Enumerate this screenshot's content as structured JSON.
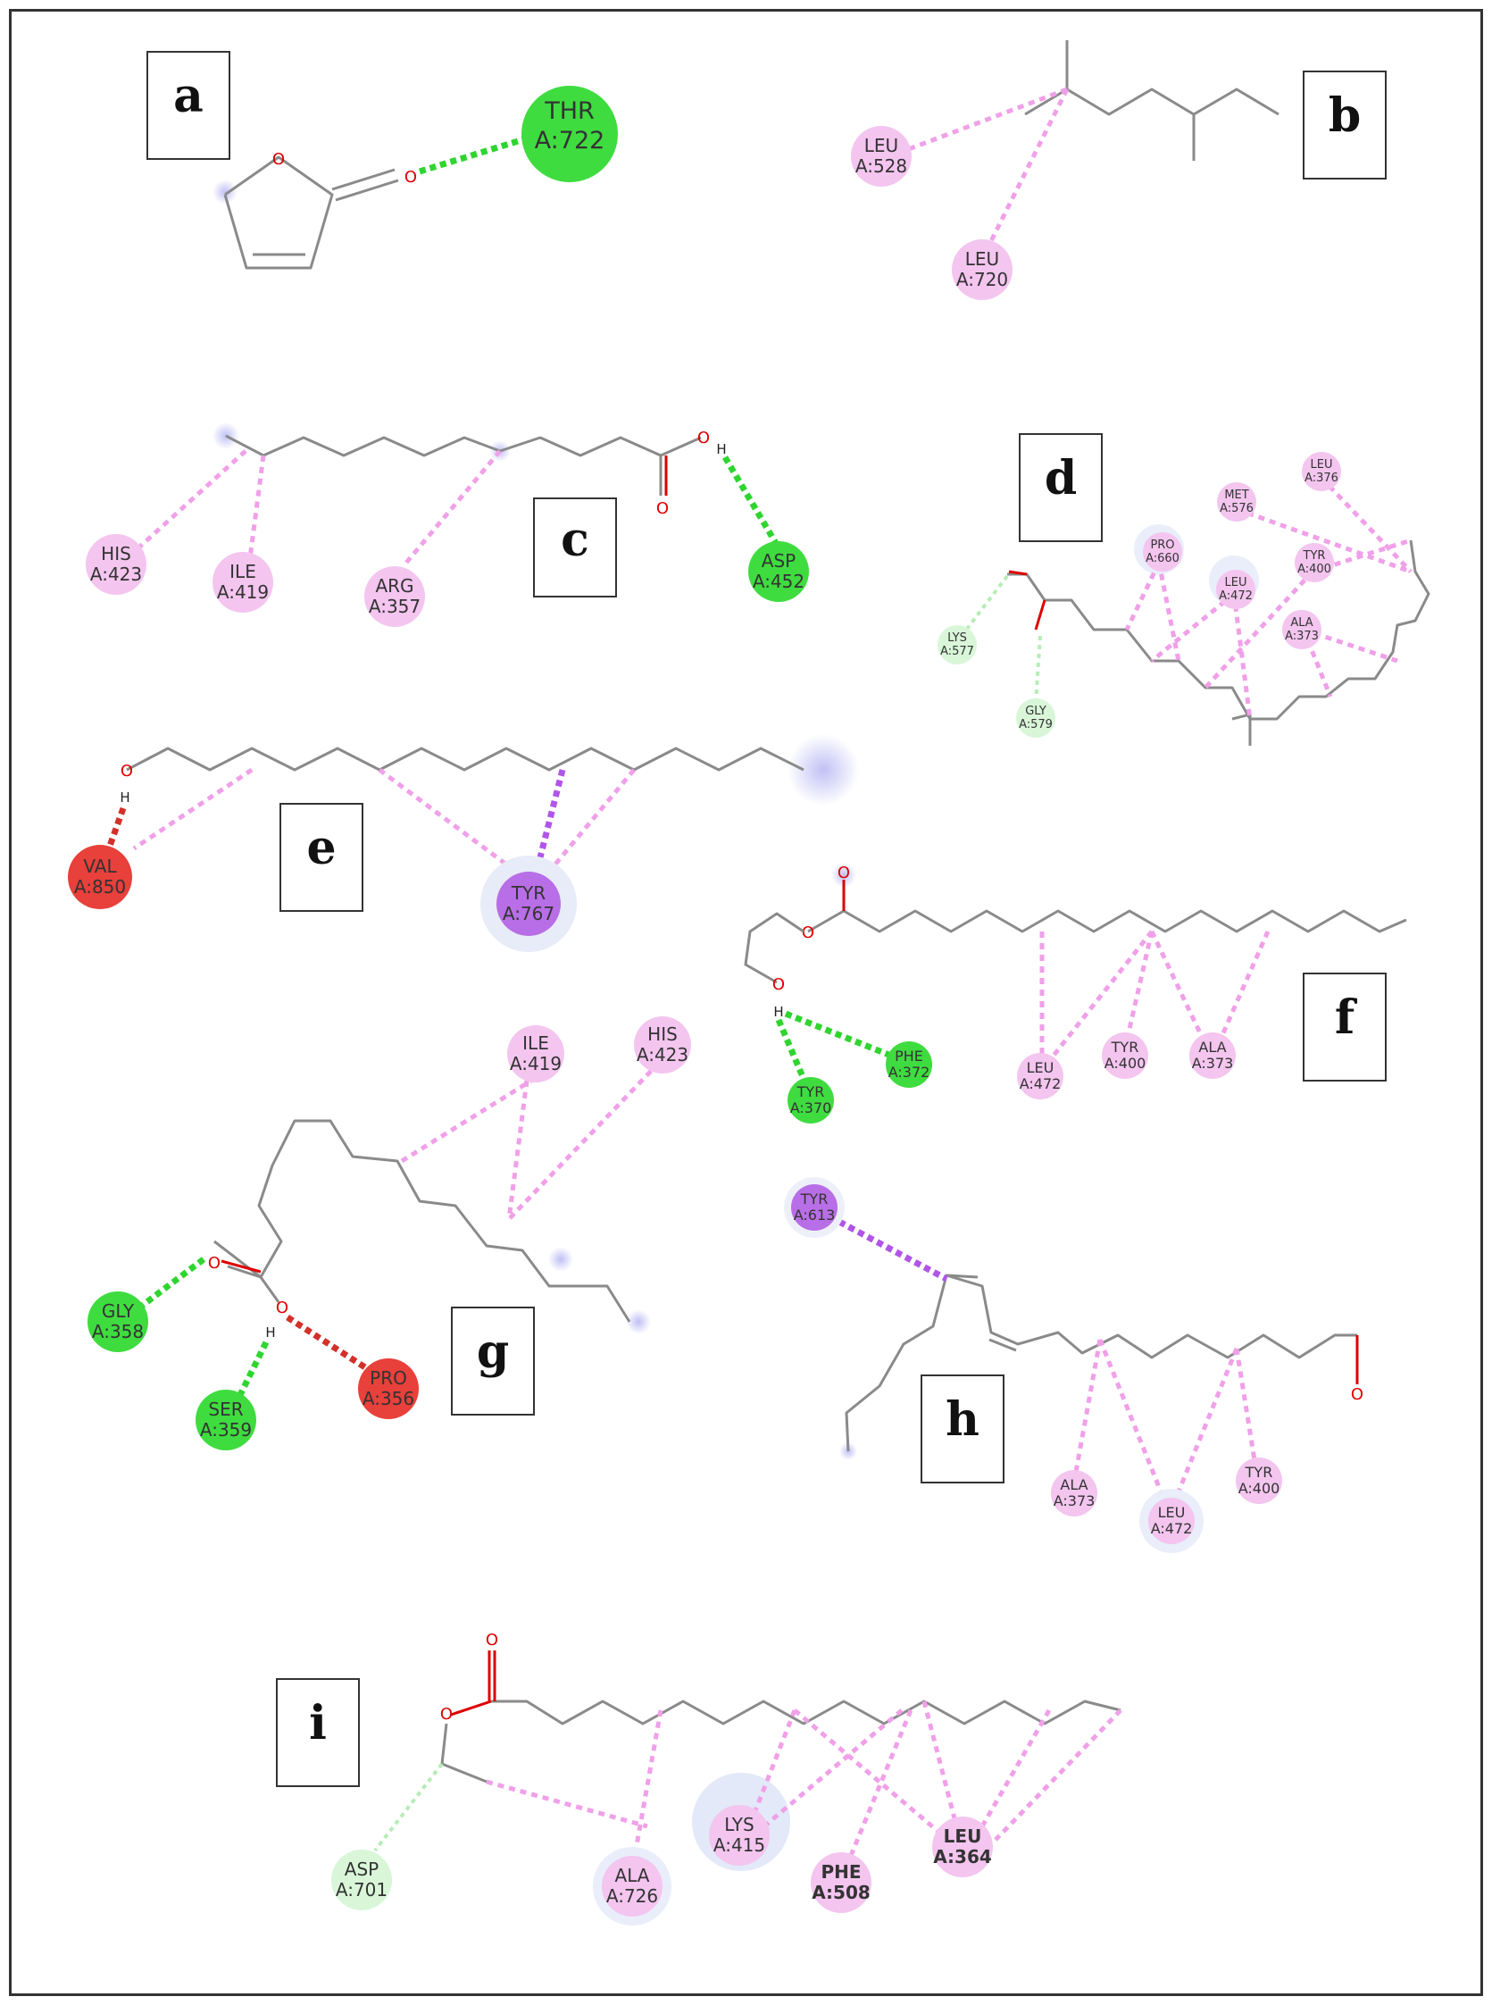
{
  "panels": [
    {
      "id": "a",
      "label": "a"
    },
    {
      "id": "b",
      "label": "b"
    },
    {
      "id": "c",
      "label": "c"
    },
    {
      "id": "d",
      "label": "d"
    },
    {
      "id": "e",
      "label": "e"
    },
    {
      "id": "f",
      "label": "f"
    },
    {
      "id": "g",
      "label": "g"
    },
    {
      "id": "h",
      "label": "h"
    },
    {
      "id": "i",
      "label": "i"
    }
  ],
  "residues": [
    {
      "panel": "a",
      "name": "THR",
      "num": "A:722",
      "kind": "conventional-h-bond"
    },
    {
      "panel": "b",
      "name": "LEU",
      "num": "A:528",
      "kind": "alkyl"
    },
    {
      "panel": "b",
      "name": "LEU",
      "num": "A:720",
      "kind": "alkyl"
    },
    {
      "panel": "c",
      "name": "HIS",
      "num": "A:423",
      "kind": "alkyl"
    },
    {
      "panel": "c",
      "name": "ILE",
      "num": "A:419",
      "kind": "alkyl"
    },
    {
      "panel": "c",
      "name": "ARG",
      "num": "A:357",
      "kind": "alkyl"
    },
    {
      "panel": "c",
      "name": "ASP",
      "num": "A:452",
      "kind": "conventional-h-bond"
    },
    {
      "panel": "d",
      "name": "LEU",
      "num": "A:376",
      "kind": "alkyl"
    },
    {
      "panel": "d",
      "name": "MET",
      "num": "A:576",
      "kind": "alkyl"
    },
    {
      "panel": "d",
      "name": "PRO",
      "num": "A:660",
      "kind": "alkyl"
    },
    {
      "panel": "d",
      "name": "TYR",
      "num": "A:400",
      "kind": "alkyl"
    },
    {
      "panel": "d",
      "name": "LEU",
      "num": "A:472",
      "kind": "alkyl"
    },
    {
      "panel": "d",
      "name": "ALA",
      "num": "A:373",
      "kind": "alkyl"
    },
    {
      "panel": "d",
      "name": "LYS",
      "num": "A:577",
      "kind": "carbon-h-bond"
    },
    {
      "panel": "d",
      "name": "GLY",
      "num": "A:579",
      "kind": "carbon-h-bond"
    },
    {
      "panel": "e",
      "name": "VAL",
      "num": "A:850",
      "kind": "unfavorable"
    },
    {
      "panel": "e",
      "name": "TYR",
      "num": "A:767",
      "kind": "pi-sigma"
    },
    {
      "panel": "f",
      "name": "PHE",
      "num": "A:372",
      "kind": "conventional-h-bond"
    },
    {
      "panel": "f",
      "name": "TYR",
      "num": "A:370",
      "kind": "conventional-h-bond"
    },
    {
      "panel": "f",
      "name": "LEU",
      "num": "A:472",
      "kind": "alkyl"
    },
    {
      "panel": "f",
      "name": "TYR",
      "num": "A:400",
      "kind": "alkyl"
    },
    {
      "panel": "f",
      "name": "ALA",
      "num": "A:373",
      "kind": "alkyl"
    },
    {
      "panel": "g",
      "name": "ILE",
      "num": "A:419",
      "kind": "alkyl"
    },
    {
      "panel": "g",
      "name": "HIS",
      "num": "A:423",
      "kind": "alkyl"
    },
    {
      "panel": "g",
      "name": "GLY",
      "num": "A:358",
      "kind": "conventional-h-bond"
    },
    {
      "panel": "g",
      "name": "SER",
      "num": "A:359",
      "kind": "conventional-h-bond"
    },
    {
      "panel": "g",
      "name": "PRO",
      "num": "A:356",
      "kind": "unfavorable"
    },
    {
      "panel": "h",
      "name": "TYR",
      "num": "A:613",
      "kind": "pi-sigma"
    },
    {
      "panel": "h",
      "name": "ALA",
      "num": "A:373",
      "kind": "alkyl"
    },
    {
      "panel": "h",
      "name": "LEU",
      "num": "A:472",
      "kind": "alkyl"
    },
    {
      "panel": "h",
      "name": "TYR",
      "num": "A:400",
      "kind": "alkyl"
    },
    {
      "panel": "i",
      "name": "ASP",
      "num": "A:701",
      "kind": "carbon-h-bond"
    },
    {
      "panel": "i",
      "name": "ALA",
      "num": "A:726",
      "kind": "alkyl"
    },
    {
      "panel": "i",
      "name": "LYS",
      "num": "A:415",
      "kind": "alkyl"
    },
    {
      "panel": "i",
      "name": "PHE",
      "num": "A:508",
      "kind": "pi-alkyl"
    },
    {
      "panel": "i",
      "name": "LEU",
      "num": "A:364",
      "kind": "alkyl"
    }
  ],
  "atoms": {
    "oxygen": "O",
    "hydrogen": "H"
  },
  "colors": {
    "conventional-h-bond": "#3fdc3f",
    "alkyl": "#f3c5ef",
    "carbon-h-bond": "#d9f6d9",
    "unfavorable": "#e8403a",
    "pi-sigma": "#b86ee6",
    "pi-alkyl": "#f3c5ef"
  }
}
